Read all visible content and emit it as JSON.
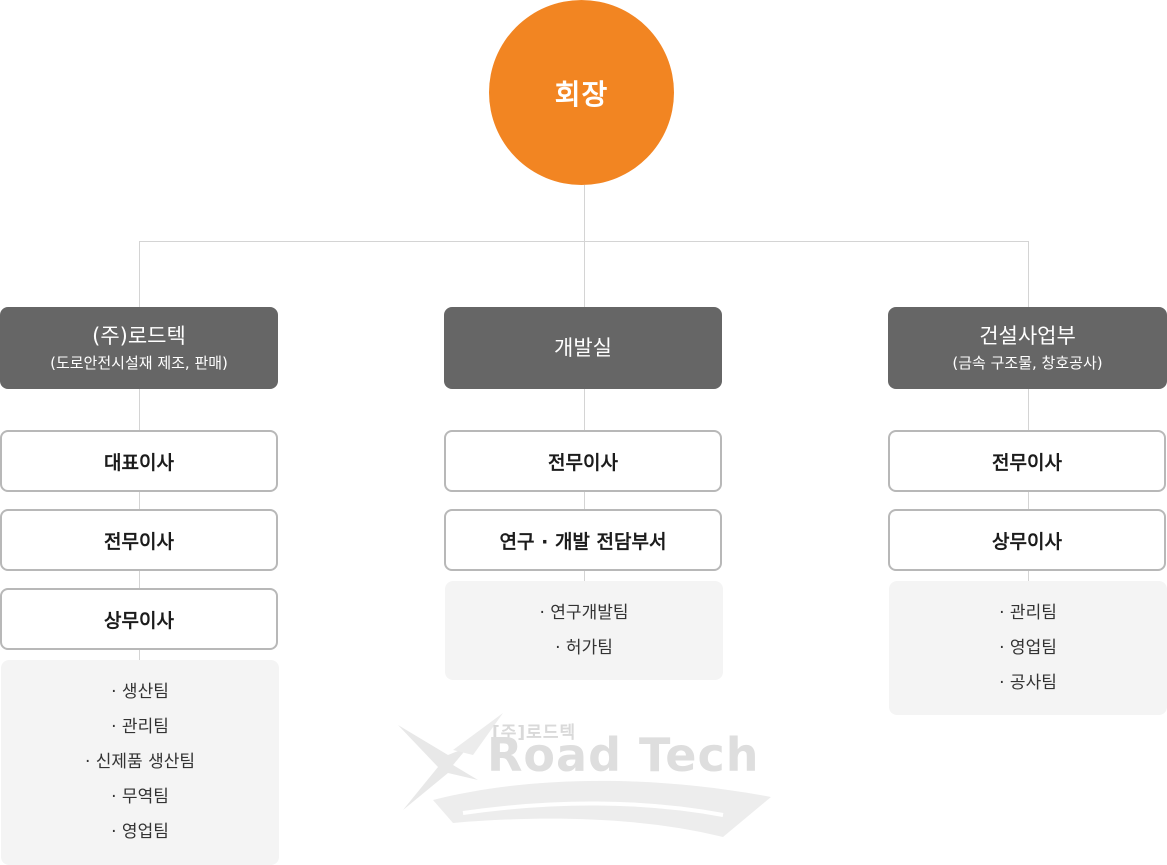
{
  "ceo": {
    "label": "회장"
  },
  "departments": [
    {
      "name": "(주)로드텍",
      "subtitle": "(도로안전시설재 제조, 판매)",
      "roles": [
        "대표이사",
        "전무이사",
        "상무이사"
      ],
      "teams": [
        "· 생산팀",
        "· 관리팀",
        "· 신제품 생산팀",
        "· 무역팀",
        "· 영업팀"
      ]
    },
    {
      "name": "개발실",
      "subtitle": "",
      "roles": [
        "전무이사",
        "연구 · 개발 전담부서"
      ],
      "teams": [
        "· 연구개발팀",
        "· 허가팀"
      ]
    },
    {
      "name": "건설사업부",
      "subtitle": "(금속 구조물, 창호공사)",
      "roles": [
        "전무이사",
        "상무이사"
      ],
      "teams": [
        "· 관리팀",
        "· 영업팀",
        "· 공사팀"
      ]
    }
  ],
  "watermark": {
    "small_text": "[주]로드텍",
    "brand": "Road Tech"
  }
}
